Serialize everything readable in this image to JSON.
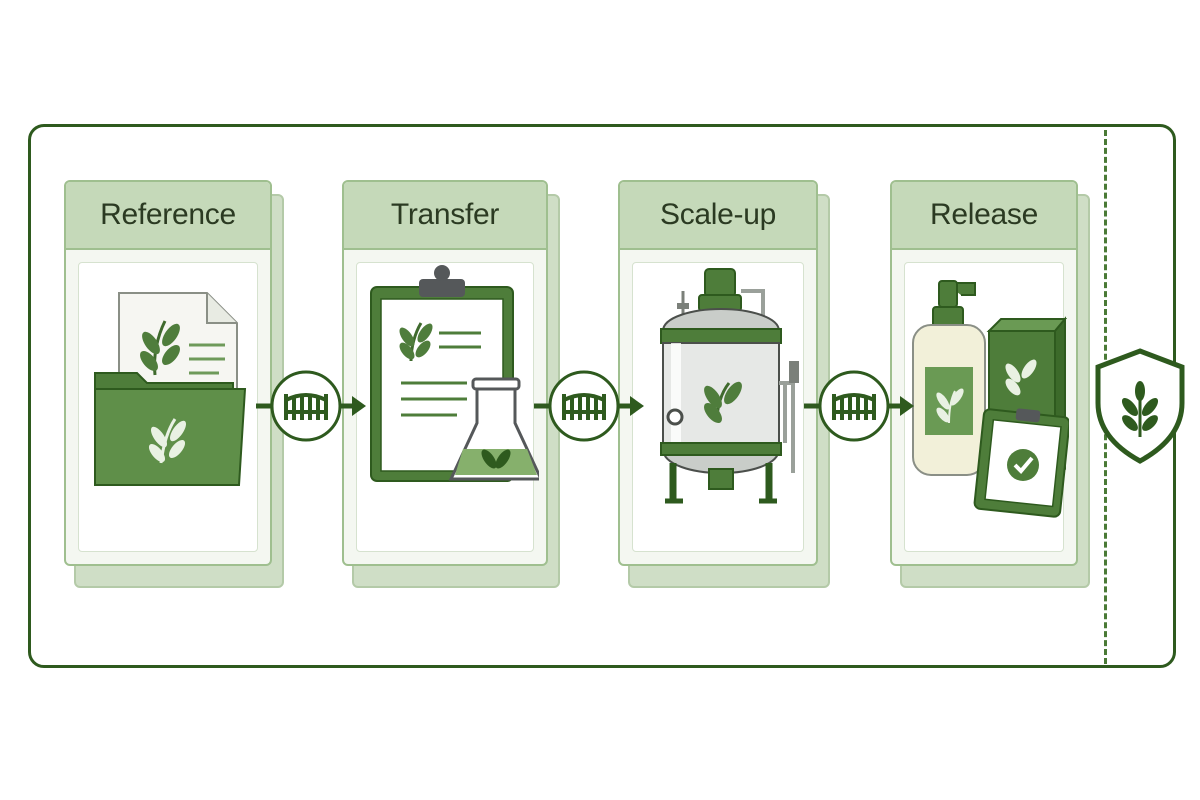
{
  "stages": [
    {
      "title": "Reference",
      "icon": "folder-document-leaf-icon"
    },
    {
      "title": "Transfer",
      "icon": "clipboard-flask-leaf-icon"
    },
    {
      "title": "Scale-up",
      "icon": "reactor-vessel-leaf-icon"
    },
    {
      "title": "Release",
      "icon": "bottle-box-checklist-icon"
    }
  ],
  "gates": [
    "gate-icon",
    "gate-icon",
    "gate-icon"
  ],
  "end_marker": "shield-leaf-icon",
  "colors": {
    "dark_green": "#2e5a1e",
    "mid_green": "#5a8a46",
    "light_green": "#c5d9b9",
    "card_back": "#cfdec6"
  }
}
